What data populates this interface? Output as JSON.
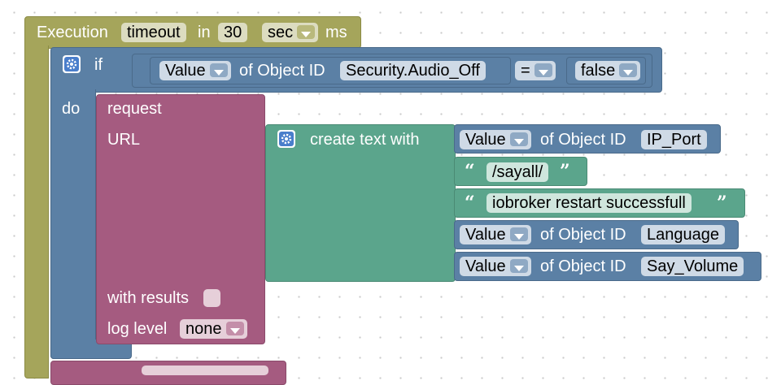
{
  "execution": {
    "label": "Execution",
    "timeout_field": "timeout",
    "in_label": "in",
    "amount": "30",
    "unit_dropdown": "sec",
    "unit_suffix": "ms",
    "color": "#a5a55b"
  },
  "if_block": {
    "if_label": "if",
    "do_label": "do",
    "value_dropdown": "Value",
    "of_object_label": "of Object ID",
    "object_id": "Security.Audio_Off",
    "operator": "=",
    "compare_value": "false",
    "color": "#5b80a5"
  },
  "request": {
    "request_label": "request",
    "url_label": "URL",
    "with_results_label": "with results",
    "log_level_label": "log level",
    "log_level_value": "none",
    "next_block_label": "",
    "color": "#a55b80"
  },
  "create_text": {
    "label": "create text with",
    "color": "#5ba58c",
    "items": [
      {
        "kind": "value",
        "dropdown": "Value",
        "of_label": "of Object ID",
        "object_id": "IP_Port"
      },
      {
        "kind": "text",
        "text": "/sayall/"
      },
      {
        "kind": "text",
        "text": "iobroker restart successfull"
      },
      {
        "kind": "value",
        "dropdown": "Value",
        "of_label": "of Object ID",
        "object_id": "Language"
      },
      {
        "kind": "value",
        "dropdown": "Value",
        "of_label": "of Object ID",
        "object_id": "Say_Volume"
      }
    ],
    "open_quote": "“",
    "close_quote": "”"
  },
  "icons": {
    "mutator": "gear-icon",
    "dropdown": "chevron-down-icon"
  }
}
